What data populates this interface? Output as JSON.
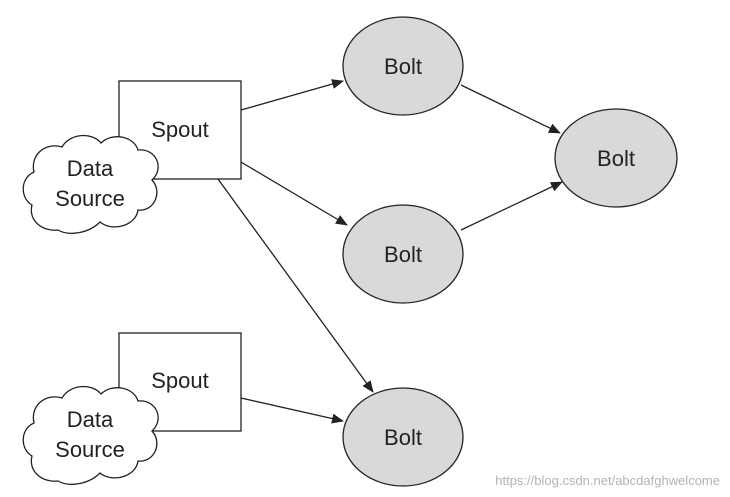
{
  "diagram": {
    "nodes": [
      {
        "id": "ds1",
        "kind": "cloud",
        "lines": [
          "Data",
          "Source"
        ]
      },
      {
        "id": "spout1",
        "kind": "spout",
        "label": "Spout"
      },
      {
        "id": "bolt1",
        "kind": "bolt",
        "label": "Bolt"
      },
      {
        "id": "bolt2",
        "kind": "bolt",
        "label": "Bolt"
      },
      {
        "id": "bolt3",
        "kind": "bolt",
        "label": "Bolt"
      },
      {
        "id": "ds2",
        "kind": "cloud",
        "lines": [
          "Data",
          "Source"
        ]
      },
      {
        "id": "spout2",
        "kind": "spout",
        "label": "Spout"
      },
      {
        "id": "bolt4",
        "kind": "bolt",
        "label": "Bolt"
      }
    ],
    "edges": [
      {
        "from": "spout1",
        "to": "bolt1"
      },
      {
        "from": "spout1",
        "to": "bolt2"
      },
      {
        "from": "spout1",
        "to": "bolt4"
      },
      {
        "from": "bolt1",
        "to": "bolt3"
      },
      {
        "from": "bolt2",
        "to": "bolt3"
      },
      {
        "from": "spout2",
        "to": "bolt4"
      }
    ]
  },
  "watermark": "https://blog.csdn.net/abcdafghwelcome",
  "colors": {
    "bolt_fill": "#d9d9d9",
    "stroke": "#222222",
    "background": "#ffffff"
  }
}
